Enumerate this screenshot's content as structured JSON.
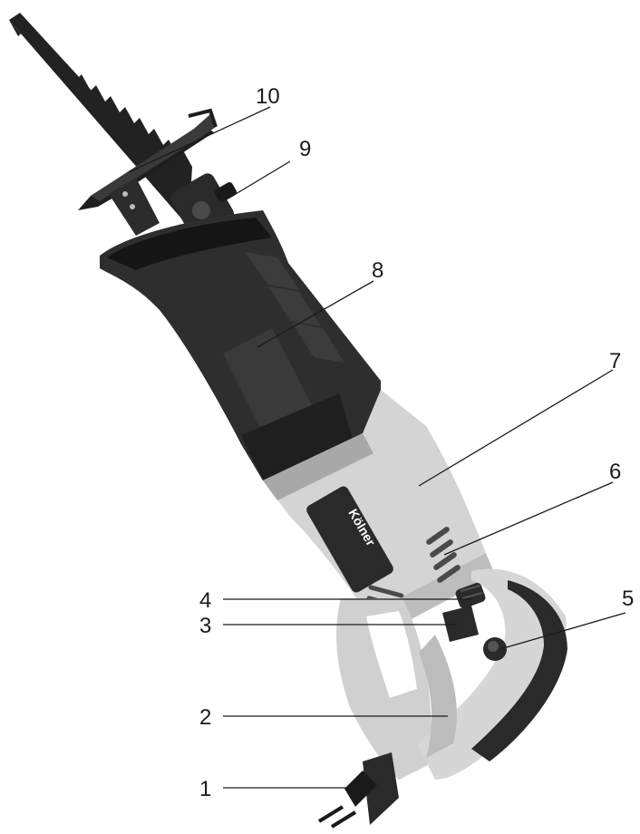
{
  "brand": "Kölner",
  "callouts": [
    {
      "number": "1"
    },
    {
      "number": "2"
    },
    {
      "number": "3"
    },
    {
      "number": "4"
    },
    {
      "number": "5"
    },
    {
      "number": "6"
    },
    {
      "number": "7"
    },
    {
      "number": "8"
    },
    {
      "number": "9"
    },
    {
      "number": "10"
    }
  ],
  "colors": {
    "body_light": "#d4d4d4",
    "body_shadow": "#a8a8a8",
    "grip_dark": "#2a2a2a",
    "blade": "#222222",
    "leader": "#1a1a1a"
  }
}
